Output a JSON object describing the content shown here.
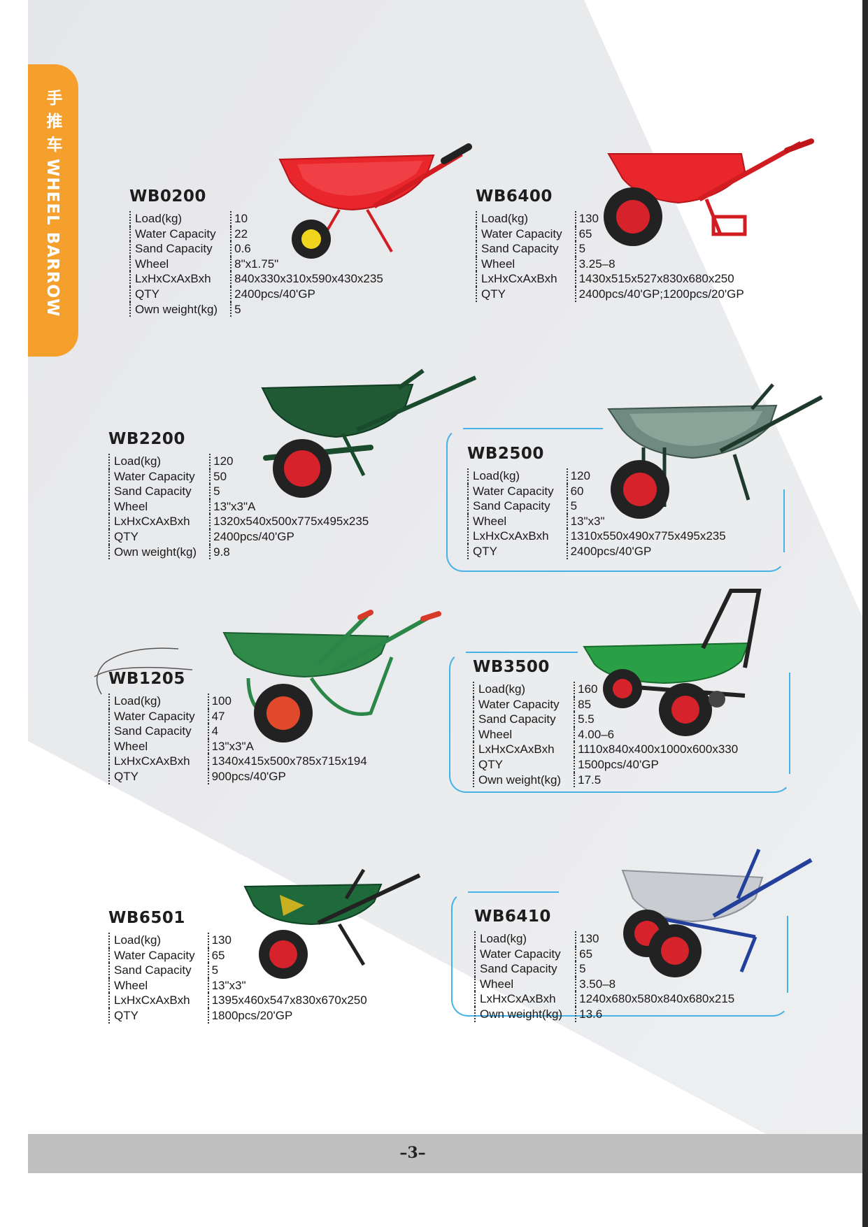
{
  "side_tab": {
    "label": "手 推 车 WHEEL BARROW"
  },
  "colors": {
    "tab_orange": "#f5a02c",
    "frame_blue": "#45b3e7",
    "footer_gray": "#bfbfbf"
  },
  "labels": {
    "load": "Load(kg)",
    "water": "Water Capacity",
    "sand": "Sand Capacity",
    "wheel": "Wheel",
    "dims": "LxHxCxAxBxh",
    "qty": "QTY",
    "weight": "Own weight(kg)"
  },
  "products": {
    "wb0200": {
      "model": "WB0200",
      "load": "10",
      "water": "22",
      "sand": "0.6",
      "wheel": "8\"x1.75\"",
      "dims": "840x330x310x590x430x235",
      "qty": "2400pcs/40'GP",
      "weight": "5",
      "image": "red-wheelbarrow-icon"
    },
    "wb6400": {
      "model": "WB6400",
      "load": "130",
      "water": "65",
      "sand": "5",
      "wheel": "3.25–8",
      "dims": "1430x515x527x830x680x250",
      "qty": "2400pcs/40'GP;1200pcs/20'GP",
      "image": "red-wheelbarrow-icon"
    },
    "wb2200": {
      "model": "WB2200",
      "load": "120",
      "water": "50",
      "sand": "5",
      "wheel": "13\"x3\"A",
      "dims": "1320x540x500x775x495x235",
      "qty": "2400pcs/40'GP",
      "weight": "9.8",
      "image": "dark-green-wheelbarrow-icon"
    },
    "wb2500": {
      "model": "WB2500",
      "load": "120",
      "water": "60",
      "sand": "5",
      "wheel": "13\"x3\"",
      "dims": "1310x550x490x775x495x235",
      "qty": "2400pcs/40'GP",
      "image": "grey-green-wheelbarrow-icon"
    },
    "wb1205": {
      "model": "WB1205",
      "load": "100",
      "water": "47",
      "sand": "4",
      "wheel": "13\"x3\"A",
      "dims": "1340x415x500x785x715x194",
      "qty": "900pcs/40'GP",
      "image": "green-wheelbarrow-icon"
    },
    "wb3500": {
      "model": "WB3500",
      "load": "160",
      "water": "85",
      "sand": "5.5",
      "wheel": "4.00–6",
      "dims": "1110x840x400x1000x600x330",
      "qty": "1500pcs/40'GP",
      "weight": "17.5",
      "image": "two-wheel-green-cart-icon"
    },
    "wb6501": {
      "model": "WB6501",
      "load": "130",
      "water": "65",
      "sand": "5",
      "wheel": "13\"x3\"",
      "dims": "1395x460x547x830x670x250",
      "qty": "1800pcs/20'GP",
      "image": "dark-green-wheelbarrow-icon"
    },
    "wb6410": {
      "model": "WB6410",
      "load": "130",
      "water": "65",
      "sand": "5",
      "wheel": "3.50–8",
      "dims": "1240x680x580x840x680x215",
      "weight": "13.6",
      "image": "silver-two-wheel-barrow-icon"
    }
  },
  "footer": {
    "page_number": "–3–"
  }
}
